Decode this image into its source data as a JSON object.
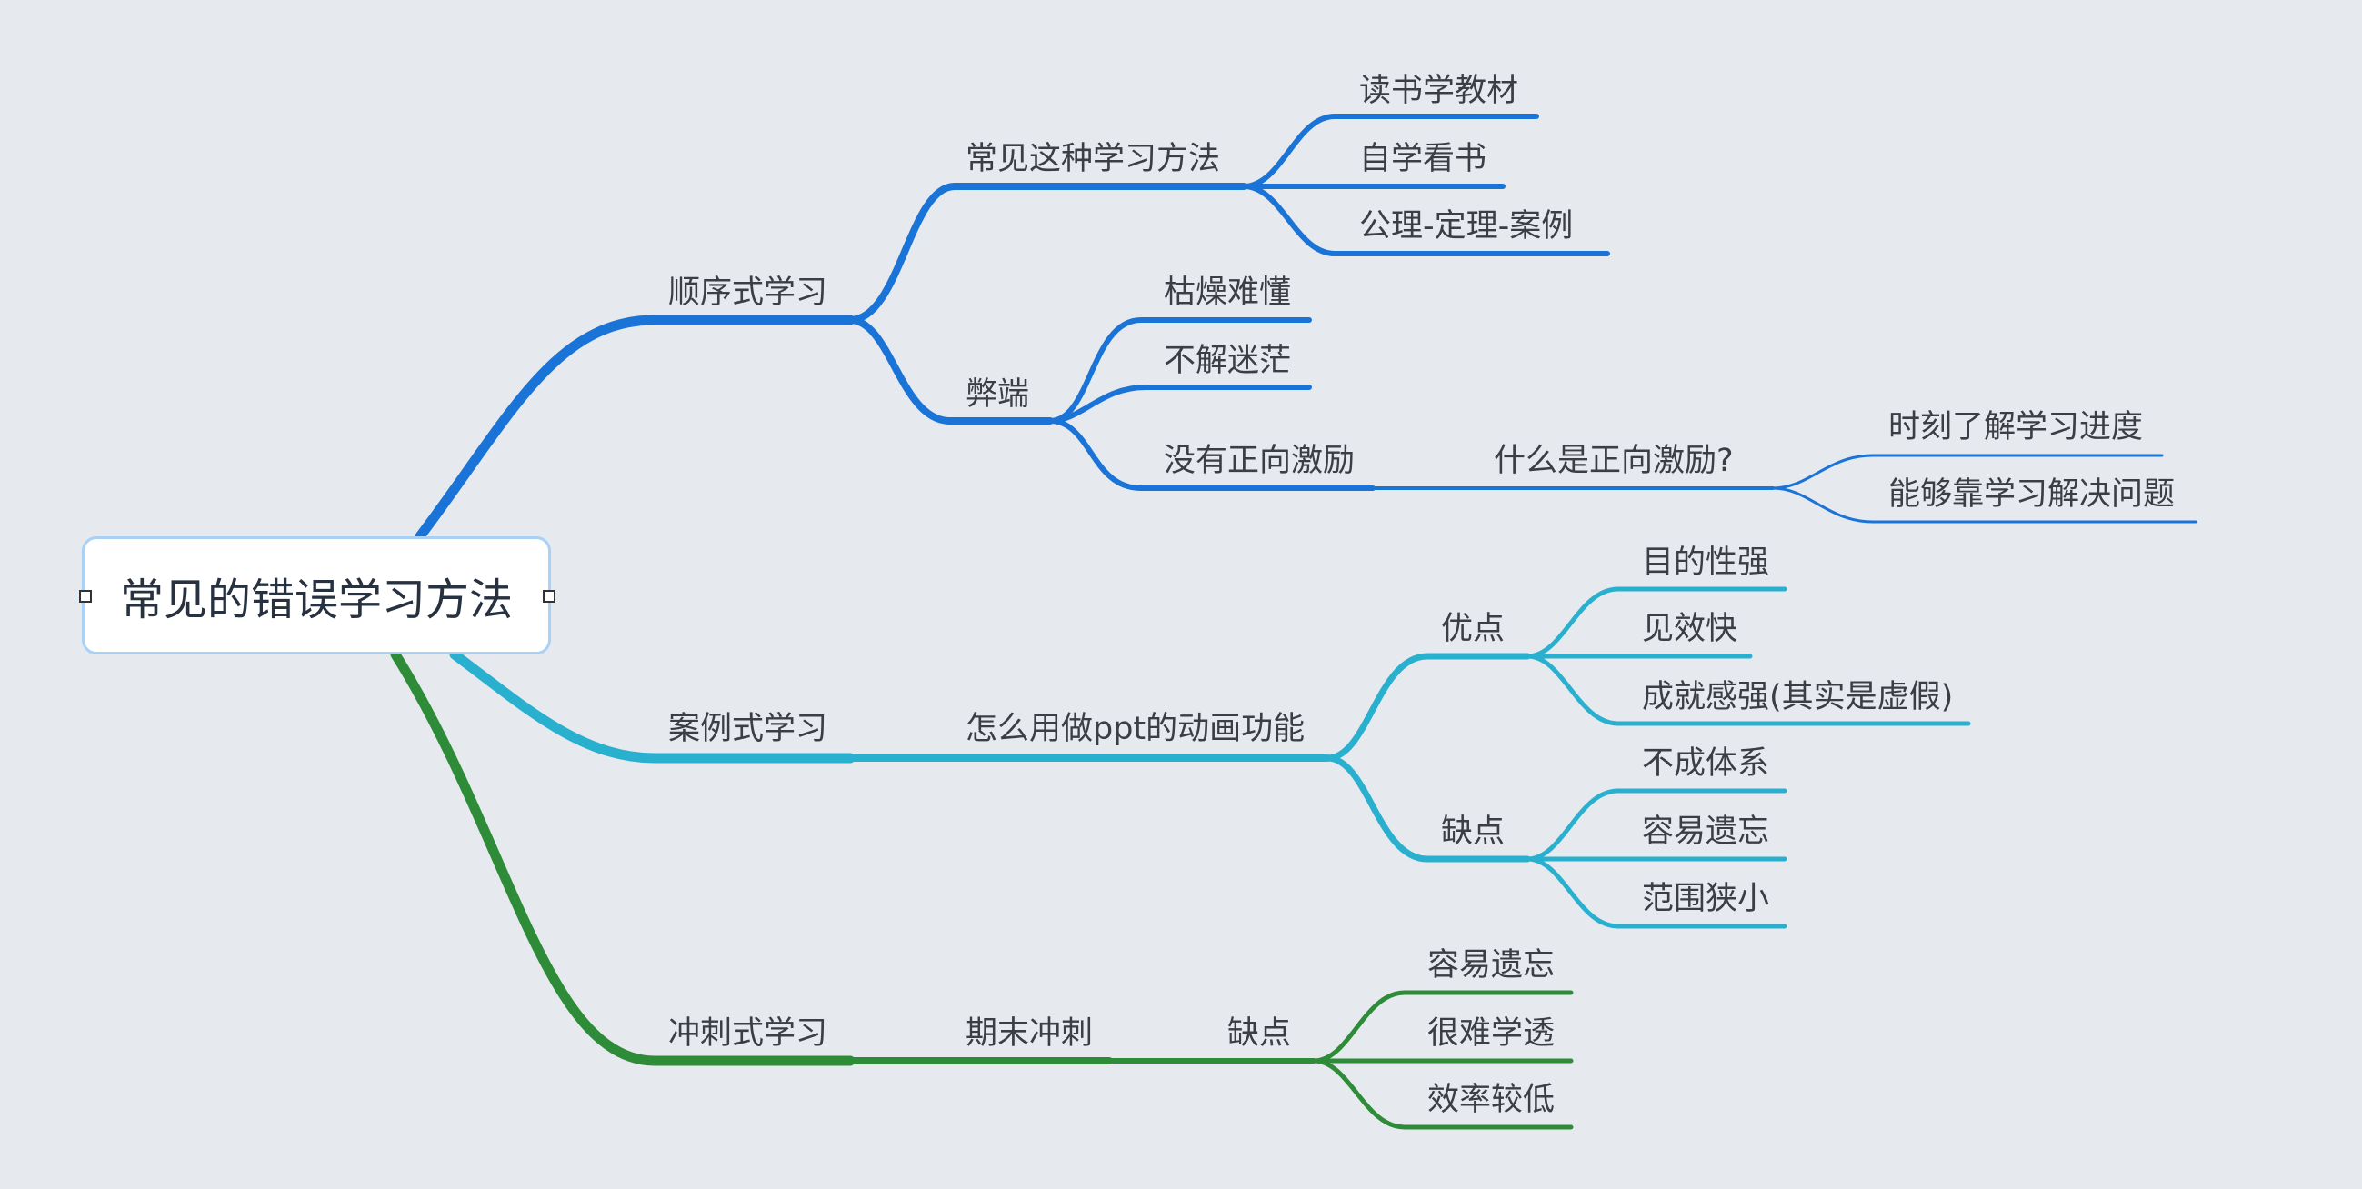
{
  "root": {
    "label": "常见的错误学习方法"
  },
  "colors": {
    "background": "#e6e9ee",
    "branch_sequential": "#1a73d6",
    "branch_case": "#2ab0cf",
    "branch_sprint": "#2e8b38",
    "root_border": "#a9d0f5"
  },
  "branches": {
    "sequential": {
      "label": "顺序式学习",
      "common": {
        "label": "常见这种学习方法",
        "items": [
          "读书学教材",
          "自学看书",
          "公理-定理-案例"
        ]
      },
      "drawbacks": {
        "label": "弊端",
        "items": [
          "枯燥难懂",
          "不解迷茫",
          "没有正向激励"
        ],
        "positive": {
          "label": "什么是正向激励?",
          "items": [
            "时刻了解学习进度",
            "能够靠学习解决问题"
          ]
        }
      }
    },
    "case": {
      "label": "案例式学习",
      "example": {
        "label": "怎么用做ppt的动画功能",
        "pros": {
          "label": "优点",
          "items": [
            "目的性强",
            "见效快",
            "成就感强(其实是虚假)"
          ]
        },
        "cons": {
          "label": "缺点",
          "items": [
            "不成体系",
            "容易遗忘",
            "范围狭小"
          ]
        }
      }
    },
    "sprint": {
      "label": "冲刺式学习",
      "final": {
        "label": "期末冲刺",
        "cons": {
          "label": "缺点",
          "items": [
            "容易遗忘",
            "很难学透",
            "效率较低"
          ]
        }
      }
    }
  }
}
